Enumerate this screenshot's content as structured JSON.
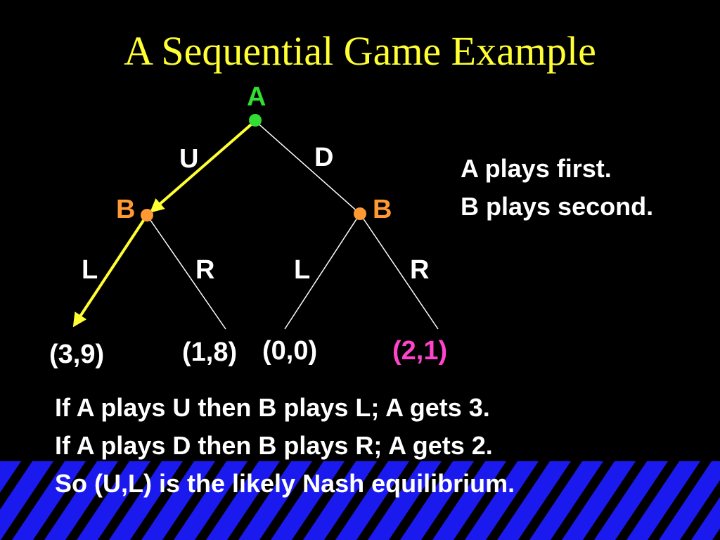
{
  "title": "A Sequential Game Example",
  "tree": {
    "root": {
      "player": "A"
    },
    "left_node": {
      "player": "B"
    },
    "right_node": {
      "player": "B"
    },
    "edges": {
      "a_up": "U",
      "a_down": "D",
      "b_left_l": "L",
      "b_left_r": "R",
      "b_right_l": "L",
      "b_right_r": "R"
    },
    "payoffs": {
      "ul": "(3,9)",
      "ur": "(1,8)",
      "dl": "(0,0)",
      "dr": "(2,1)"
    }
  },
  "notes": {
    "line1": "A plays first.",
    "line2": "B plays second."
  },
  "conclusions": {
    "line1": "If A plays U then B plays L; A gets 3.",
    "line2": "If A plays D then B plays R; A gets 2.",
    "line3": "So (U,L) is the likely Nash equilibrium."
  },
  "colors": {
    "background": "#000000",
    "title": "#ffff33",
    "root_node": "#33dd33",
    "b_node": "#ff9933",
    "highlight_path": "#ffff33",
    "equilibrium_payoff": "#ff44cc",
    "stripe": "#1a1aee"
  }
}
